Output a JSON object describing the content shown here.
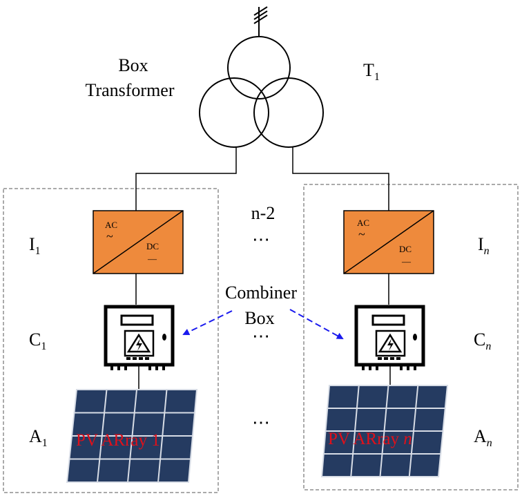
{
  "transformer": {
    "label_line1": "Box",
    "label_line2": "Transformer",
    "tag_main": "T",
    "tag_sub": "1"
  },
  "middle": {
    "count_label": "n-2",
    "dots": "⋯",
    "combiner_line1": "Combiner",
    "combiner_line2": "Box"
  },
  "inverter": {
    "ac_label": "AC",
    "ac_symbol": "~",
    "dc_label": "DC",
    "dc_symbol": "—"
  },
  "left": {
    "inverter_main": "I",
    "inverter_sub": "1",
    "combiner_main": "C",
    "combiner_sub": "1",
    "array_main": "A",
    "array_sub": "1",
    "array_text": "PV ARray 1"
  },
  "right": {
    "inverter_main": "I",
    "inverter_sub": "n",
    "combiner_main": "C",
    "combiner_sub": "n",
    "array_main": "A",
    "array_sub": "n",
    "array_text_main": "PV ARray ",
    "array_text_italic": "n"
  },
  "colors": {
    "inverter_fill": "#ee8a3c",
    "panel_fill": "#253b61",
    "panel_grid": "#d8dde6",
    "arrow": "#1a1aee",
    "label_red": "#e0101a"
  }
}
